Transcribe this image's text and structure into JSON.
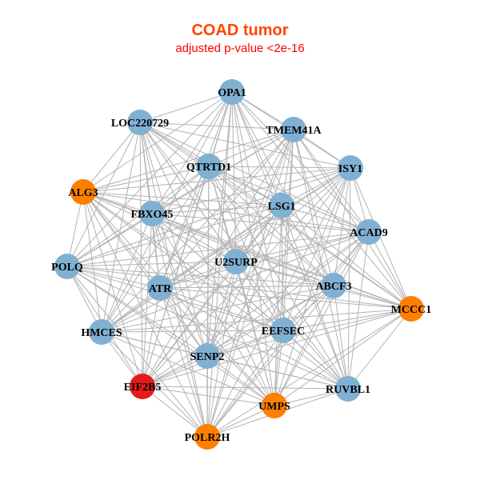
{
  "title": "COAD tumor",
  "subtitle": "adjusted p-value <2e-16",
  "colors": {
    "blue": "#80b1d3",
    "orange": "#ff7f00",
    "red": "#e41a1c",
    "edge": "#b3b3b3"
  },
  "edges_complete": true,
  "nodes": [
    {
      "name": "OPA1",
      "color": "blue"
    },
    {
      "name": "LOC220729",
      "color": "blue"
    },
    {
      "name": "TMEM41A",
      "color": "blue"
    },
    {
      "name": "QTRTD1",
      "color": "blue"
    },
    {
      "name": "ISY1",
      "color": "blue"
    },
    {
      "name": "ALG3",
      "color": "orange"
    },
    {
      "name": "LSG1",
      "color": "blue"
    },
    {
      "name": "FBXO45",
      "color": "blue"
    },
    {
      "name": "ACAD9",
      "color": "blue"
    },
    {
      "name": "POLQ",
      "color": "blue"
    },
    {
      "name": "U2SURP",
      "color": "blue"
    },
    {
      "name": "ATR",
      "color": "blue"
    },
    {
      "name": "ABCF3",
      "color": "blue"
    },
    {
      "name": "MCCC1",
      "color": "orange"
    },
    {
      "name": "HMCES",
      "color": "blue"
    },
    {
      "name": "EEFSEC",
      "color": "blue"
    },
    {
      "name": "SENP2",
      "color": "blue"
    },
    {
      "name": "EIF2B5",
      "color": "red"
    },
    {
      "name": "RUVBL1",
      "color": "blue"
    },
    {
      "name": "UMPS",
      "color": "orange"
    },
    {
      "name": "POLR2H",
      "color": "orange"
    }
  ]
}
